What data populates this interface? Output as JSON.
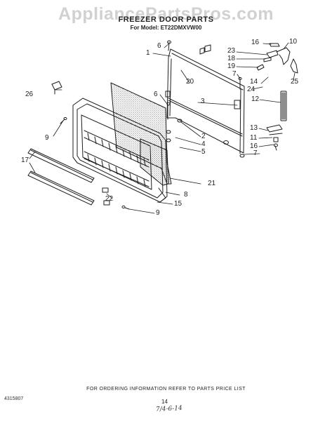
{
  "header": {
    "watermark": "AppliancePartsPros.com",
    "title": "FREEZER DOOR PARTS",
    "model_line": "For Model: ET22DMXVW00"
  },
  "callouts": [
    {
      "id": "6a",
      "label": "6"
    },
    {
      "id": "1",
      "label": "1"
    },
    {
      "id": "16a",
      "label": "16"
    },
    {
      "id": "10",
      "label": "10"
    },
    {
      "id": "23",
      "label": "23"
    },
    {
      "id": "18",
      "label": "18"
    },
    {
      "id": "19",
      "label": "19"
    },
    {
      "id": "7a",
      "label": "7"
    },
    {
      "id": "20",
      "label": "20"
    },
    {
      "id": "14",
      "label": "14"
    },
    {
      "id": "24",
      "label": "24"
    },
    {
      "id": "25",
      "label": "25"
    },
    {
      "id": "26",
      "label": "26"
    },
    {
      "id": "6b",
      "label": "6"
    },
    {
      "id": "3",
      "label": "3"
    },
    {
      "id": "12",
      "label": "12"
    },
    {
      "id": "9a",
      "label": "9"
    },
    {
      "id": "2",
      "label": "2"
    },
    {
      "id": "4",
      "label": "4"
    },
    {
      "id": "5",
      "label": "5"
    },
    {
      "id": "13",
      "label": "13"
    },
    {
      "id": "11",
      "label": "11"
    },
    {
      "id": "16b",
      "label": "16"
    },
    {
      "id": "7b",
      "label": "7"
    },
    {
      "id": "17",
      "label": "17"
    },
    {
      "id": "21",
      "label": "21"
    },
    {
      "id": "8",
      "label": "8"
    },
    {
      "id": "22",
      "label": "22"
    },
    {
      "id": "15",
      "label": "15"
    },
    {
      "id": "9b",
      "label": "9"
    }
  ],
  "footer": {
    "note": "FOR ORDERING INFORMATION REFER TO PARTS PRICE LIST",
    "part_number": "4315807",
    "page": "14",
    "handwritten": "7/4-6-14"
  }
}
